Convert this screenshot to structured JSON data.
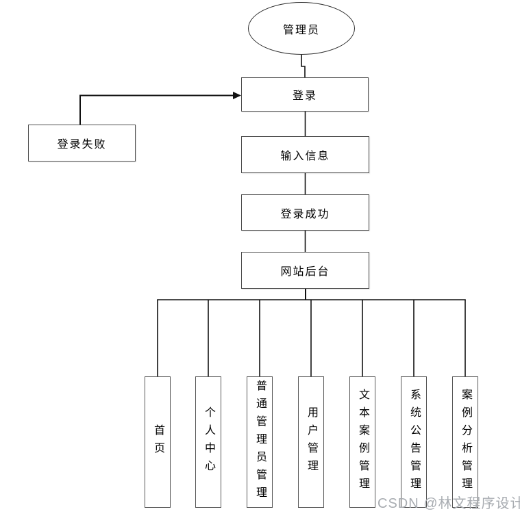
{
  "diagram": {
    "actor": {
      "label": "管理员"
    },
    "flow": {
      "login": "登录",
      "login_fail": "登录失败",
      "input_info": "输入信息",
      "login_success": "登录成功",
      "backend": "网站后台"
    },
    "modules": [
      {
        "label": "首页"
      },
      {
        "label": "个人中心"
      },
      {
        "label": "普通管理员管理"
      },
      {
        "label": "用户管理"
      },
      {
        "label": "文本案例管理"
      },
      {
        "label": "系统公告管理"
      },
      {
        "label": "案例分析管理"
      }
    ],
    "edges": [
      {
        "from": "管理员",
        "to": "登录"
      },
      {
        "from": "登录失败",
        "to": "登录",
        "arrow": true
      },
      {
        "from": "登录",
        "to": "输入信息"
      },
      {
        "from": "输入信息",
        "to": "登录成功"
      },
      {
        "from": "登录成功",
        "to": "网站后台"
      },
      {
        "from": "网站后台",
        "to": "首页"
      },
      {
        "from": "网站后台",
        "to": "个人中心"
      },
      {
        "from": "网站后台",
        "to": "普通管理员管理"
      },
      {
        "from": "网站后台",
        "to": "用户管理"
      },
      {
        "from": "网站后台",
        "to": "文本案例管理"
      },
      {
        "from": "网站后台",
        "to": "系统公告管理"
      },
      {
        "from": "网站后台",
        "to": "案例分析管理"
      }
    ],
    "watermark": "CSDN @林文程序设计",
    "colors": {
      "line": "#111111",
      "node_border": "#4d4d4d",
      "node_fill": "#ffffff",
      "text": "#000000",
      "watermark": "#a8acb1"
    }
  }
}
